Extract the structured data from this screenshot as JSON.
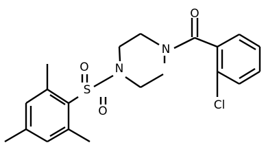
{
  "diagram": {
    "atoms": {
      "O_top": "O",
      "N_right": "N",
      "N_left": "N",
      "S": "S",
      "O_s1": "O",
      "O_s2": "O",
      "Cl": "Cl"
    }
  },
  "colors": {
    "bond": "#000000",
    "text": "#000000",
    "background": "#ffffff"
  }
}
